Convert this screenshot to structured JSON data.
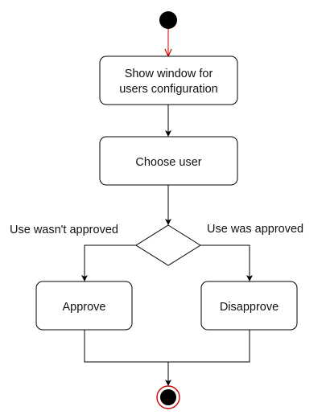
{
  "diagram": {
    "type": "uml-activity",
    "nodes": {
      "start": {
        "kind": "initial"
      },
      "show_window": {
        "kind": "action",
        "lines": [
          "Show window for",
          "users configuration"
        ]
      },
      "choose_user": {
        "kind": "action",
        "label": "Choose user"
      },
      "decision": {
        "kind": "decision"
      },
      "approve": {
        "kind": "action",
        "label": "Approve"
      },
      "disapprove": {
        "kind": "action",
        "label": "Disapprove"
      },
      "end": {
        "kind": "final"
      }
    },
    "guards": {
      "left": "Use wasn't approved",
      "right": "Use was approved"
    },
    "colors": {
      "initial_fill": "#000000",
      "initial_flow": "#cc0000",
      "final_ring": "#cc0000",
      "stroke": "#000000",
      "box_fill": "#ffffff"
    }
  }
}
